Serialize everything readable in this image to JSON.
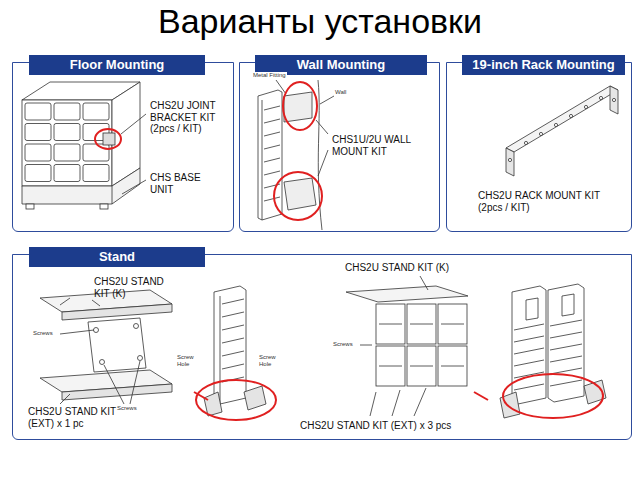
{
  "diagram": {
    "title": "Варианты установки",
    "nodes": [
      {
        "text": [
          "Floor Mounting"
        ]
      },
      {
        "text": [
          "Wall Mounting"
        ]
      },
      {
        "text": [
          "19-inch Rack Mounting"
        ]
      },
      {
        "text": [
          "Stand"
        ]
      }
    ],
    "labels": [
      "CHS2U JOINT BRACKET KIT (2pcs / KIT)",
      "CHS BASE UNIT",
      "Metal Fitting",
      "Wall",
      "CHS1U/2U WALL MOUNT KIT",
      "CHS2U RACK MOUNT KIT (2pcs / KIT)",
      "CHS2U STAND KIT (K)",
      "Screws",
      "Screws",
      "CHS2U STAND KIT (EXT) x 1 pc",
      "Screw Hole",
      "Screw Hole",
      "CHS2U STAND KIT (K)",
      "Screws",
      "CHS2U STAND KIT (EXT) x 3 pcs"
    ]
  }
}
